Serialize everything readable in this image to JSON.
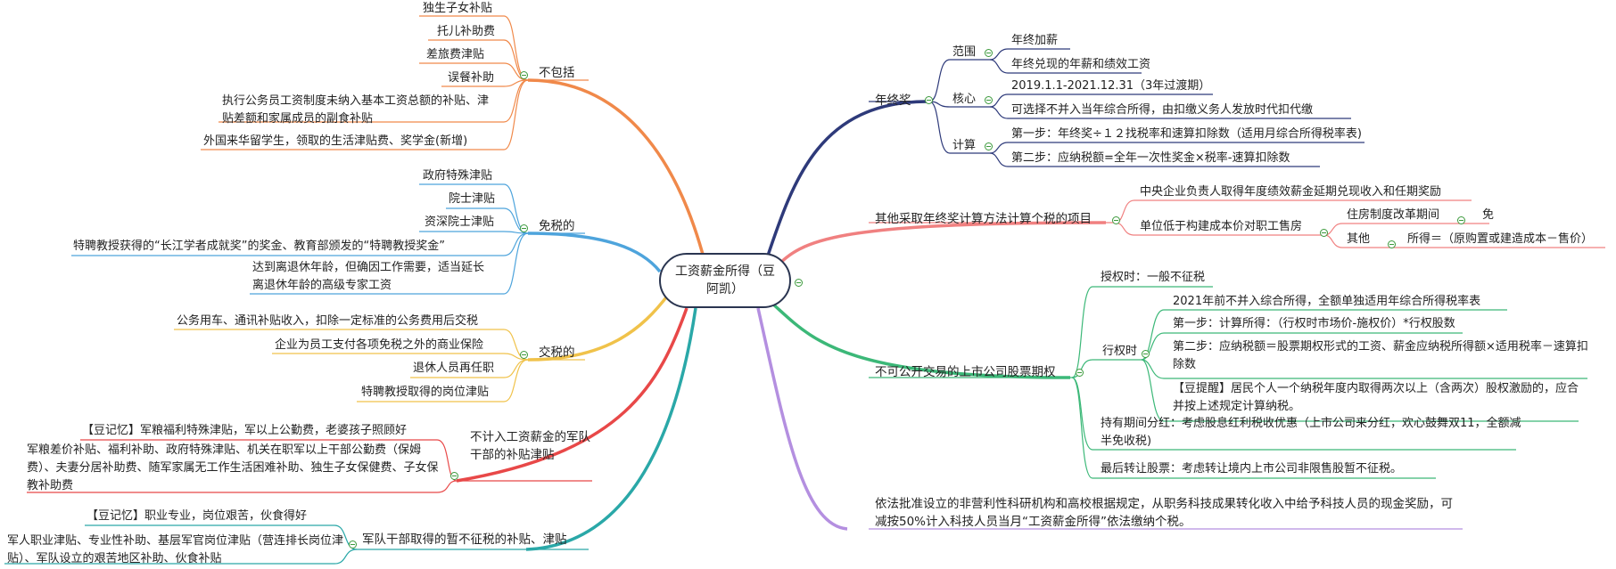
{
  "root": {
    "title": "工资薪金所得（豆阿凯）"
  },
  "left": {
    "excluded": {
      "label": "不包括",
      "items": [
        "独生子女补贴",
        "托儿补助费",
        "差旅费津贴",
        "误餐补助",
        "执行公务员工资制度未纳入基本工资总额的补贴、津贴差额和家属成员的副食补贴",
        "外国来华留学生，领取的生活津贴费、奖学金(新增)"
      ]
    },
    "tax_free": {
      "label": "免税的",
      "items": [
        "政府特殊津贴",
        "院士津贴",
        "资深院士津贴",
        "特聘教授获得的“长江学者成就奖”的奖金、教育部颁发的“特聘教授奖金”",
        "达到离退休年龄，但确因工作需要，适当延长离退休年龄的高级专家工资"
      ]
    },
    "taxable": {
      "label": "交税的",
      "items": [
        "公务用车、通讯补贴收入，扣除一定标准的公务费用后交税",
        "企业为员工支付各项免税之外的商业保险",
        "退休人员再任职",
        "特聘教授取得的岗位津贴"
      ]
    },
    "military_not_salary": {
      "label": "不计入工资薪金的军队干部的补贴津贴",
      "items": [
        "【豆记忆】军粮福利特殊津贴，军以上公勤费，老婆孩子照顾好",
        "军粮差价补贴、福利补助、政府特殊津贴、机关在职军以上干部公勤费（保姆费）、夫妻分居补助费、随军家属无工作生活困难补助、独生子女保健费、子女保教补助费"
      ]
    },
    "military_tax_free": {
      "label": "军队干部取得的暂不征税的补贴、津贴",
      "items": [
        "【豆记忆】职业专业，岗位艰苦，伙食得好",
        "军人职业津贴、专业性补助、基层军官岗位津贴（营连排长岗位津贴）、军队设立的艰苦地区补助、伙食补贴"
      ]
    }
  },
  "right": {
    "bonus": {
      "label": "年终奖",
      "scope": {
        "label": "范围",
        "items": [
          "年终加薪",
          "年终兑现的年薪和绩效工资"
        ]
      },
      "core": {
        "label": "核心",
        "items": [
          "2019.1.1-2021.12.31（3年过渡期）",
          "可选择不并入当年综合所得，由扣缴义务人发放时代扣代缴"
        ]
      },
      "calc": {
        "label": "计算",
        "items": [
          "第一步：年终奖÷１２找税率和速算扣除数（适用月综合所得税率表)",
          "第二步：应纳税额=全年一次性奖金×税率-速算扣除数"
        ]
      }
    },
    "other_methods": {
      "label": "其他采取年终奖计算方法计算个税的项目",
      "central": "中央企业负责人取得年度绩效薪金延期兑现收入和任期奖励",
      "below_cost": {
        "label": "单位低于构建成本价对职工售房",
        "housing_reform": "住房制度改革期间",
        "exempt": "免",
        "other": "其他",
        "income_formula": "所得＝（原购置或建造成本－售价）"
      }
    },
    "stock_options": {
      "label": "不可公开交易的上市公司股票期权",
      "grant": "授权时：一般不征税",
      "exercise": {
        "label": "行权时",
        "items": [
          "2021年前不并入综合所得，全额单独适用年综合所得税率表",
          "第一步：计算所得：（行权时市场价-施权价）*行权股数",
          "第二步：应纳税额＝股票期权形式的工资、薪金应纳税所得额×适用税率－速算扣除数",
          "【豆提醒】居民个人一个纳税年度内取得两次以上（含两次）股权激励的，应合并按上述规定计算纳税。"
        ]
      },
      "dividend": "持有期间分红：考虑股息红利税收优惠（上市公司来分红，欢心鼓舞双11，全额减半免收税)",
      "transfer": "最后转让股票：考虑转让境内上市公司非限售股暂不征税。"
    },
    "research": {
      "label": "依法批准设立的非营利性科研机构和高校根据规定，从职务科技成果转化收入中给予科技人员的现金奖励，可减按50%计入科技人员当月“工资薪金所得”依法缴纳个税。"
    }
  }
}
